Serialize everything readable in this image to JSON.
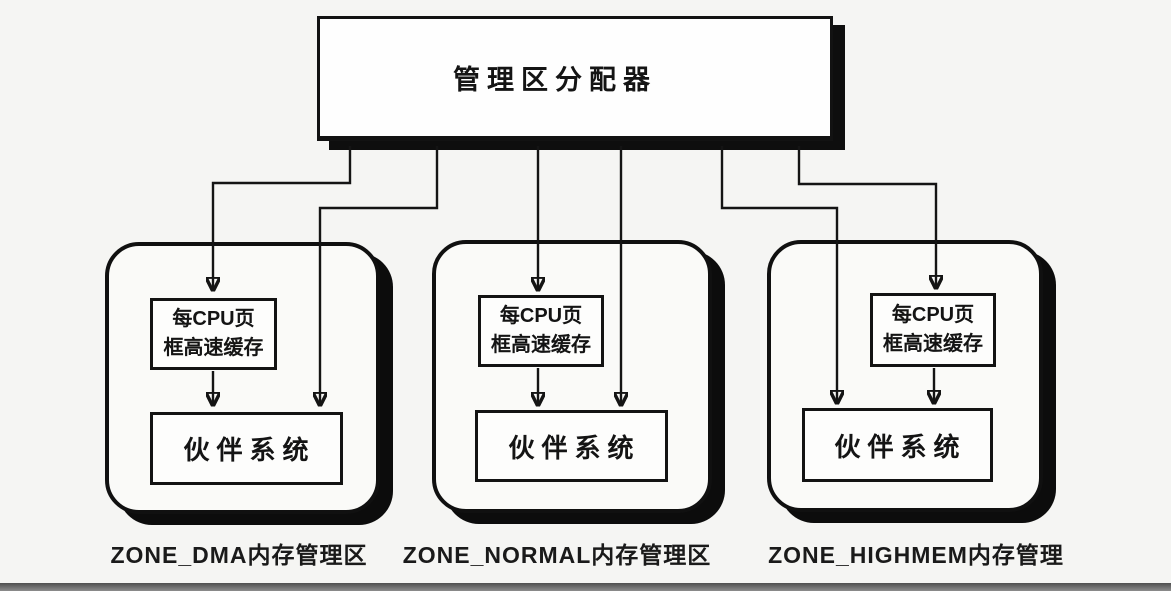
{
  "diagram": {
    "allocator": {
      "label": "管理区分配器"
    },
    "zones": [
      {
        "label": "ZONE_DMA内存管理区",
        "cache_line1": "每CPU页",
        "cache_line2": "框高速缓存",
        "buddy_label": "伙伴系统"
      },
      {
        "label": "ZONE_NORMAL内存管理区",
        "cache_line1": "每CPU页",
        "cache_line2": "框高速缓存",
        "buddy_label": "伙伴系统"
      },
      {
        "label": "ZONE_HIGHMEM内存管理",
        "cache_line1": "每CPU页",
        "cache_line2": "框高速缓存",
        "buddy_label": "伙伴系统"
      }
    ],
    "colors": {
      "ink": "#141414",
      "paper": "#f5f5f3",
      "box_fill": "#fdfdfc",
      "shadow": "#0e0e0e",
      "footer_bar": "#6e6e6e"
    }
  }
}
